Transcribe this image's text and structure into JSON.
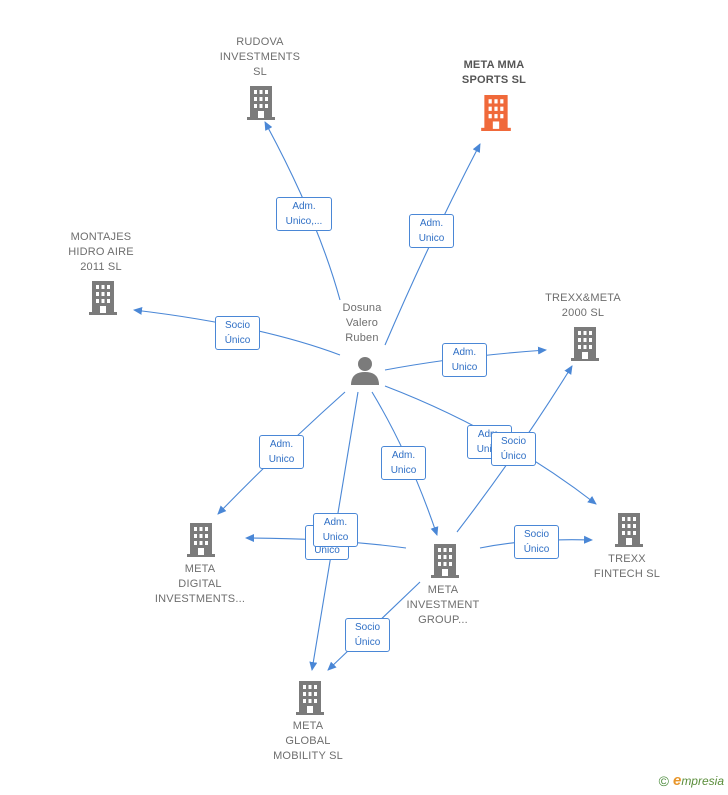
{
  "colors": {
    "edge": "#4a87d6",
    "building": "#7b7b7b",
    "building_highlight": "#f0693a",
    "person": "#7b7b7b"
  },
  "nodes": {
    "center": {
      "label": "Dosuna\nValero\nRuben",
      "icon": "person-icon"
    },
    "rudova": {
      "label": "RUDOVA\nINVESTMENTS\nSL",
      "icon": "building-icon"
    },
    "meta_mma": {
      "label": "META MMA\nSPORTS  SL",
      "icon": "building-icon"
    },
    "montajes": {
      "label": "MONTAJES\nHIDRO AIRE\n2011 SL",
      "icon": "building-icon"
    },
    "trexx_meta": {
      "label": "TREXX&META\n2000  SL",
      "icon": "building-icon"
    },
    "meta_digital": {
      "label": "META\nDIGITAL\nINVESTMENTS...",
      "icon": "building-icon"
    },
    "meta_investment": {
      "label": "META\nINVESTMENT\nGROUP...",
      "icon": "building-icon"
    },
    "trexx_fintech": {
      "label": "TREXX\nFINTECH  SL",
      "icon": "building-icon"
    },
    "meta_global": {
      "label": "META\nGLOBAL\nMOBILITY  SL",
      "icon": "building-icon"
    }
  },
  "edge_labels": {
    "e_rudova": "Adm.\nUnico,...",
    "e_mma": "Adm.\nUnico",
    "e_montajes": "Socio\nÚnico",
    "e_trexxmeta": "Adm.\nUnico",
    "e_digital": "Adm.\nUnico",
    "e_investment": "Adm.\nUnico",
    "e_fintech_center": "Adm.\nUnico",
    "e_inv_trexxmeta": "Socio\nÚnico",
    "e_inv_digital": "Unico",
    "e_global_center": "Adm.\nUnico",
    "e_inv_fintech": "Socio\nÚnico",
    "e_inv_global": "Socio\nÚnico"
  },
  "footer": {
    "copyright": "©",
    "brand_initial": "e",
    "brand_rest": "mpresia"
  }
}
